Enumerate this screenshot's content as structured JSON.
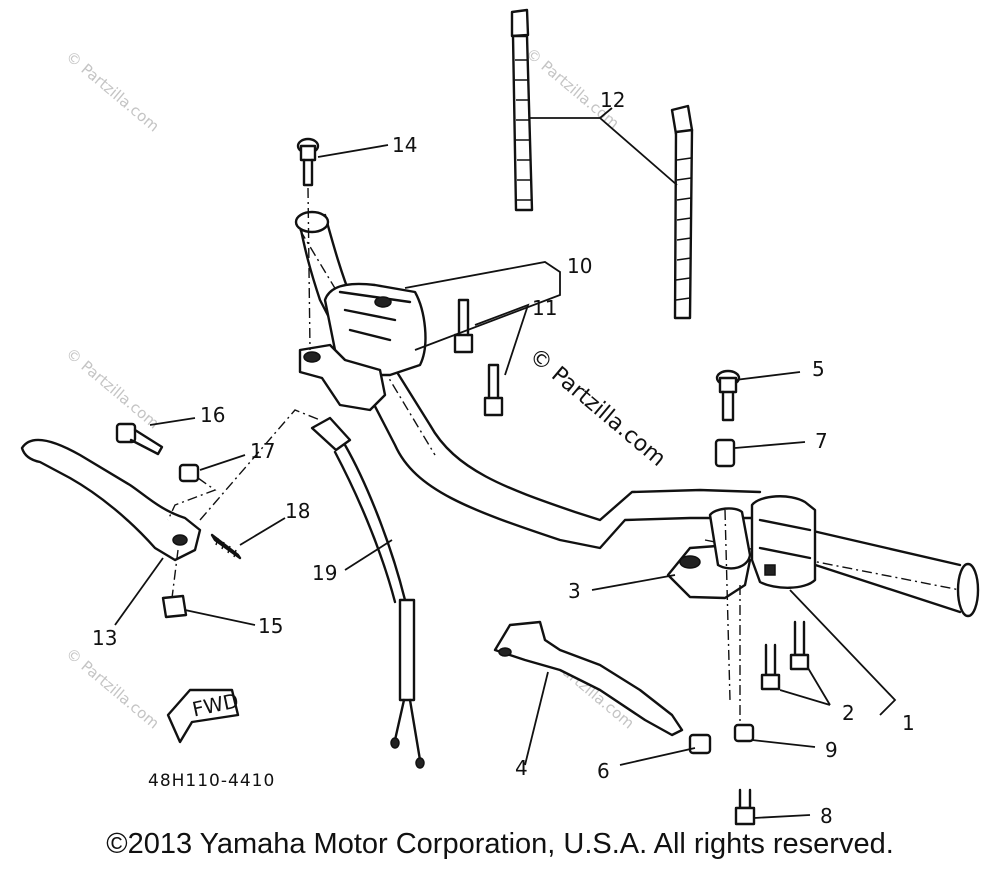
{
  "labels": {
    "l1": "1",
    "l2": "2",
    "l3": "3",
    "l4": "4",
    "l5": "5",
    "l6": "6",
    "l7": "7",
    "l8": "8",
    "l9": "9",
    "l10": "10",
    "l11": "11",
    "l12": "12",
    "l13": "13",
    "l14": "14",
    "l15": "15",
    "l16": "16",
    "l17": "17",
    "l18": "18",
    "l19": "19"
  },
  "fwd_label": "FWD",
  "diagram_code": "48H110-4410",
  "watermark": "© Partzilla.com",
  "copyright": "©2013 Yamaha Motor Corporation, U.S.A. All rights reserved."
}
